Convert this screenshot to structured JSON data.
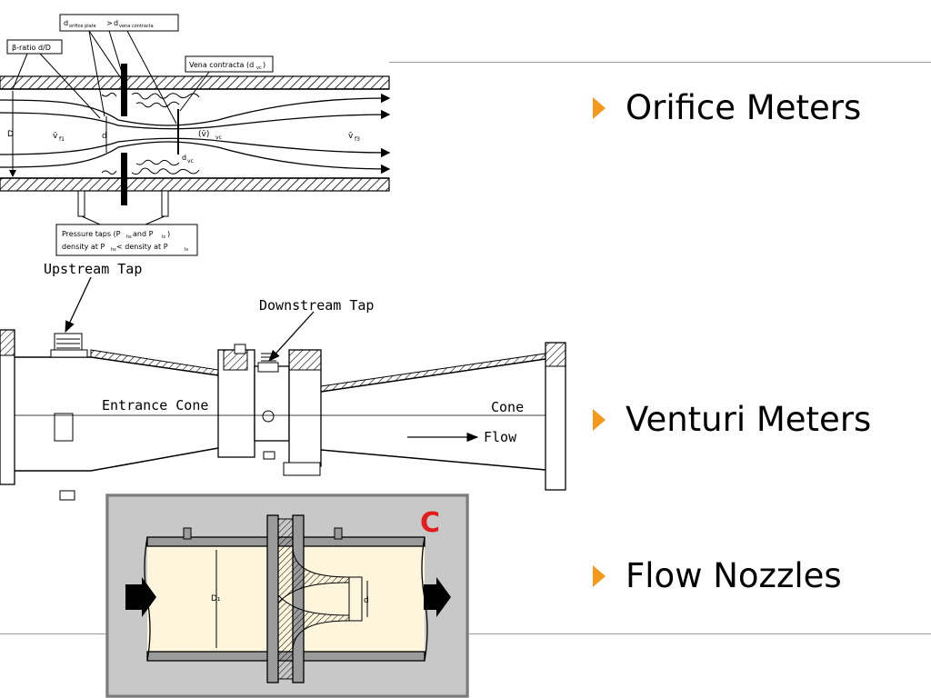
{
  "slide": {
    "accent_color": "#f39a1e",
    "bullets": [
      {
        "label": "Orifice Meters"
      },
      {
        "label": "Venturi Meters"
      },
      {
        "label": "Flow Nozzles"
      }
    ]
  },
  "orifice_diagram": {
    "label_d_orifice": "d",
    "label_d_orifice_sub": "orifice plate",
    "label_gt": ">",
    "label_d_vena": "d",
    "label_d_vena_sub": "vena contracta",
    "label_beta": "β-ratio d/D",
    "label_vena": "Vena contracta (d",
    "label_vena_sub": "vc",
    "label_vena_close": ")",
    "label_D": "D",
    "label_d": "d",
    "label_v1": "v̄",
    "label_v1_sub": "f1",
    "label_vvc": "(v̄)",
    "label_vvc_sub": "vc",
    "label_dvc": "d",
    "label_dvc_sub": "vc",
    "label_v3": "v̄",
    "label_v3_sub": "f3",
    "taps_line1": "Pressure taps (P",
    "taps_line1_sub1": "hs",
    "taps_line1_mid": " and P",
    "taps_line1_sub2": "ls",
    "taps_line1_end": ")",
    "taps_line2": "density at P",
    "taps_line2_sub1": "hs",
    "taps_line2_mid": " < density at P",
    "taps_line2_sub2": "ls"
  },
  "venturi_diagram": {
    "upstream_tap": "Upstream Tap",
    "downstream_tap": "Downstream Tap",
    "entrance_cone": "Entrance Cone",
    "cone": "Cone",
    "flow": "Flow"
  },
  "nozzle_diagram": {
    "letter": "C",
    "letter_color": "#e21b1b",
    "label_D1": "D₁",
    "label_d": "d"
  }
}
